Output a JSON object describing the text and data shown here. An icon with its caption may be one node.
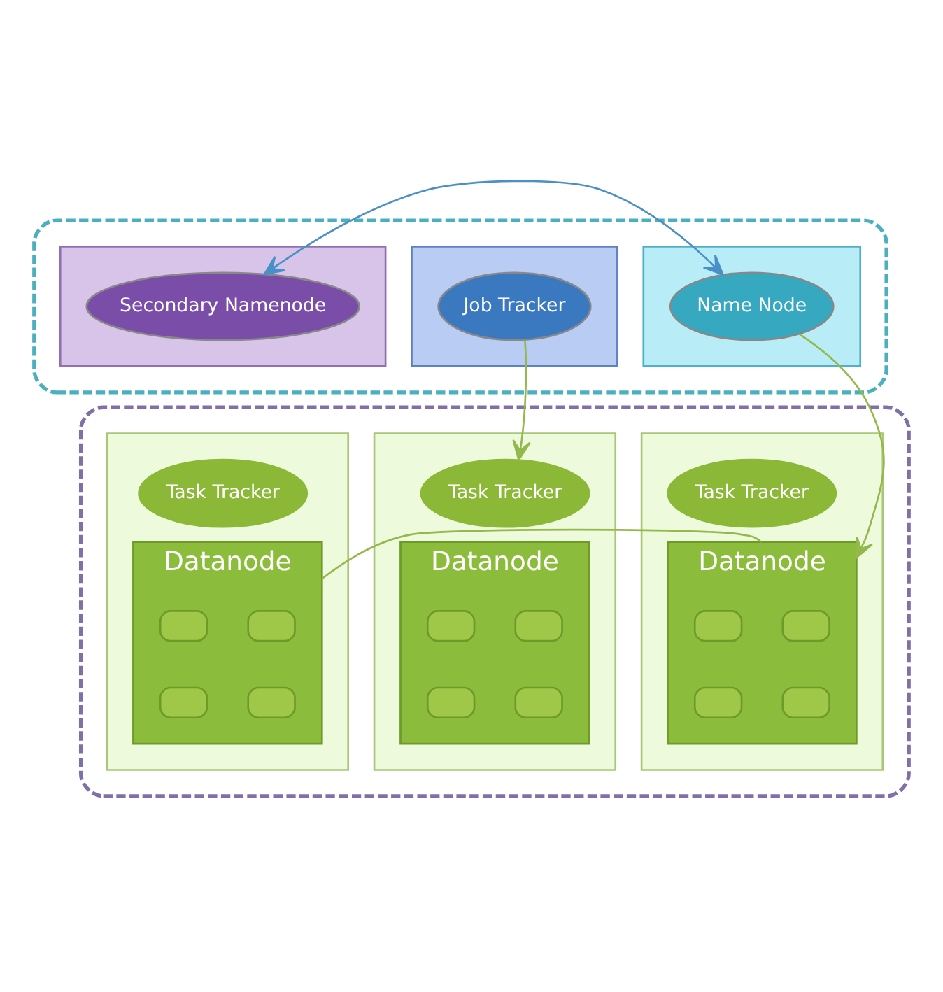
{
  "diagram": {
    "nodes": [
      {
        "text": [],
        "shape": "box"
      },
      {
        "text": [],
        "shape": "box",
        "in": 0
      },
      {
        "text": [
          "Job Tracker"
        ],
        "in": 1
      },
      {
        "text": [],
        "shape": "box",
        "in": 0
      },
      {
        "text": [
          "Name Node"
        ],
        "in": 3
      },
      {
        "text": [],
        "shape": "box",
        "in": 0
      },
      {
        "text": [
          "Secondary Namenode"
        ],
        "in": 5
      },
      {
        "text": [],
        "shape": "box"
      },
      {
        "text": [],
        "shape": "box",
        "in": 7
      },
      {
        "text": [
          "Task Tracker"
        ],
        "in": 8
      },
      {
        "text": [
          "Datanode"
        ],
        "in": 8
      },
      {
        "text": [],
        "shape": "box",
        "in": 10
      },
      {
        "text": [],
        "shape": "box",
        "in": 10
      },
      {
        "text": [],
        "shape": "box",
        "in": 10
      },
      {
        "text": [],
        "shape": "box",
        "in": 10
      },
      {
        "text": [],
        "shape": "box",
        "in": 7
      },
      {
        "text": [
          "Task Tracker"
        ],
        "in": 15
      },
      {
        "text": [
          "Datanode"
        ],
        "in": 15
      },
      {
        "text": [],
        "shape": "box",
        "in": 17
      },
      {
        "text": [],
        "shape": "box",
        "in": 17
      },
      {
        "text": [],
        "shape": "box",
        "in": 17
      },
      {
        "text": [],
        "shape": "box",
        "in": 17
      },
      {
        "text": [],
        "shape": "box",
        "in": 7
      },
      {
        "text": [
          "Task Tracker"
        ],
        "in": 22
      },
      {
        "text": [
          "Datanode"
        ],
        "in": 22
      },
      {
        "text": [],
        "shape": "box",
        "in": 24
      },
      {
        "text": [],
        "shape": "box",
        "in": 24
      },
      {
        "text": [],
        "shape": "box",
        "in": 24
      },
      {
        "text": [],
        "shape": "box",
        "in": 24
      }
    ],
    "edges": [
      {
        "from": 2,
        "to": 9,
        "arrow": "to"
      },
      {
        "from": 4,
        "to": 6,
        "arrow": "both",
        "color": "#4a90c8"
      },
      {
        "from": 4,
        "to": 17,
        "arrow": "to"
      },
      {
        "from": 17,
        "to": 24,
        "arrow": "none"
      }
    ]
  }
}
